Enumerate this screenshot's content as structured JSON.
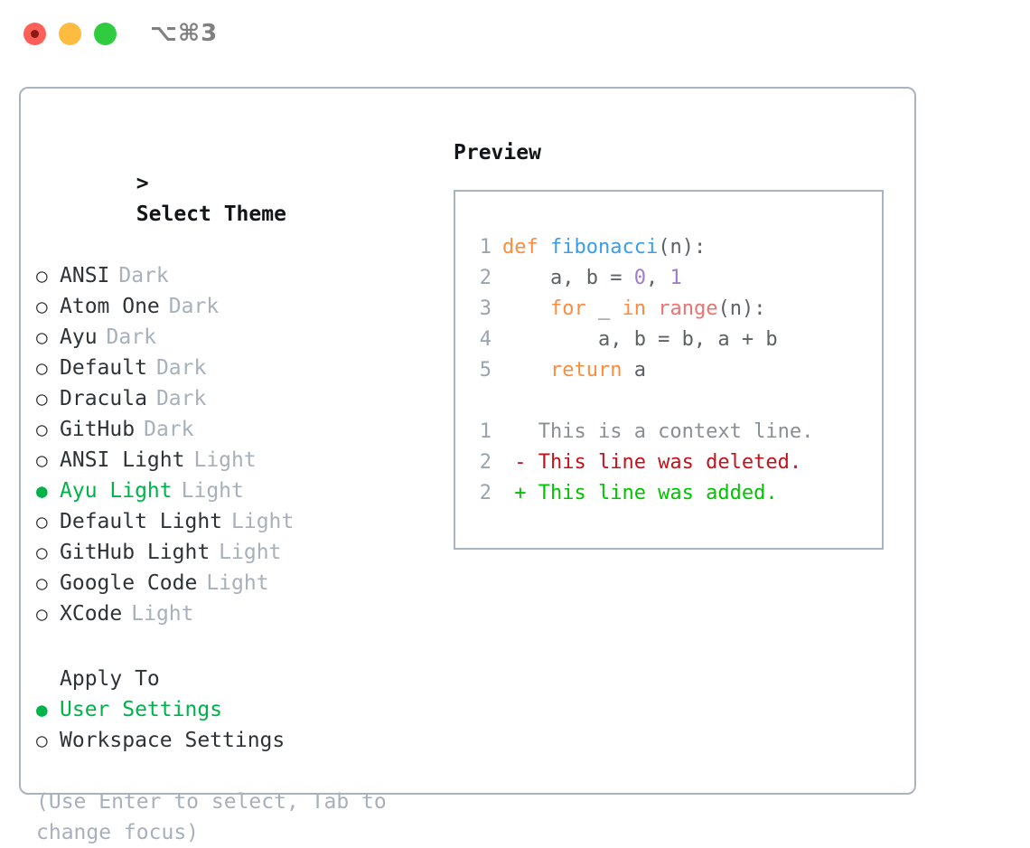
{
  "titlebar": {
    "shortcut": "⌥⌘3",
    "buttons": [
      {
        "name": "close",
        "color": "#fc6058"
      },
      {
        "name": "minimize",
        "color": "#fdbc40"
      },
      {
        "name": "zoom",
        "color": "#2fcc3f"
      }
    ]
  },
  "theme_panel": {
    "heading": "Select Theme",
    "caret": ">",
    "marker_selected": "●",
    "marker_unselected": "○",
    "items": [
      {
        "label": "ANSI",
        "suffix": "Dark",
        "selected": false
      },
      {
        "label": "Atom One",
        "suffix": "Dark",
        "selected": false
      },
      {
        "label": "Ayu",
        "suffix": "Dark",
        "selected": false
      },
      {
        "label": "Default",
        "suffix": "Dark",
        "selected": false
      },
      {
        "label": "Dracula",
        "suffix": "Dark",
        "selected": false
      },
      {
        "label": "GitHub",
        "suffix": "Dark",
        "selected": false
      },
      {
        "label": "ANSI Light",
        "suffix": "Light",
        "selected": false
      },
      {
        "label": "Ayu Light",
        "suffix": "Light",
        "selected": true
      },
      {
        "label": "Default Light",
        "suffix": "Light",
        "selected": false
      },
      {
        "label": "GitHub Light",
        "suffix": "Light",
        "selected": false
      },
      {
        "label": "Google Code",
        "suffix": "Light",
        "selected": false
      },
      {
        "label": "XCode",
        "suffix": "Light",
        "selected": false
      }
    ]
  },
  "apply_to": {
    "heading": "Apply To",
    "items": [
      {
        "label": "User Settings",
        "selected": true
      },
      {
        "label": "Workspace Settings",
        "selected": false
      }
    ]
  },
  "hint": "(Use Enter to select, Tab to change focus)",
  "preview": {
    "title": "Preview",
    "code_lines": [
      {
        "num": "1",
        "tokens": [
          {
            "t": "def ",
            "c": "kw"
          },
          {
            "t": "fibonacci",
            "c": "fn"
          },
          {
            "t": "(n):",
            "c": "punct"
          }
        ]
      },
      {
        "num": "2",
        "tokens": [
          {
            "t": "    a, b = ",
            "c": "var"
          },
          {
            "t": "0",
            "c": "num"
          },
          {
            "t": ", ",
            "c": "punct"
          },
          {
            "t": "1",
            "c": "num"
          }
        ]
      },
      {
        "num": "3",
        "tokens": [
          {
            "t": "    ",
            "c": "plain"
          },
          {
            "t": "for",
            "c": "kw"
          },
          {
            "t": " _ ",
            "c": "var"
          },
          {
            "t": "in",
            "c": "kw"
          },
          {
            "t": " ",
            "c": "plain"
          },
          {
            "t": "range",
            "c": "call"
          },
          {
            "t": "(n):",
            "c": "punct"
          }
        ]
      },
      {
        "num": "4",
        "tokens": [
          {
            "t": "        a, b = b, a + b",
            "c": "var"
          }
        ]
      },
      {
        "num": "5",
        "tokens": [
          {
            "t": "    ",
            "c": "plain"
          },
          {
            "t": "return",
            "c": "kw"
          },
          {
            "t": " a",
            "c": "var"
          }
        ]
      }
    ],
    "diff_lines": [
      {
        "num": "1",
        "sign": " ",
        "text": " This is a context line.",
        "kind": "ctx"
      },
      {
        "num": "2",
        "sign": "-",
        "text": " This line was deleted.",
        "kind": "del"
      },
      {
        "num": "2",
        "sign": "+",
        "text": " This line was added.",
        "kind": "add"
      }
    ]
  },
  "colors": {
    "accent_green": "#00b24a",
    "border": "#aab4c0",
    "muted": "#a8b0bb",
    "keyword": "#fa8d3e",
    "function": "#3b9ee5",
    "call": "#f07171",
    "number": "#a37acc",
    "punctuation": "#5c6166",
    "diff_added": "#00c400",
    "diff_deleted": "#c4121c",
    "diff_context": "#8a8f95"
  }
}
